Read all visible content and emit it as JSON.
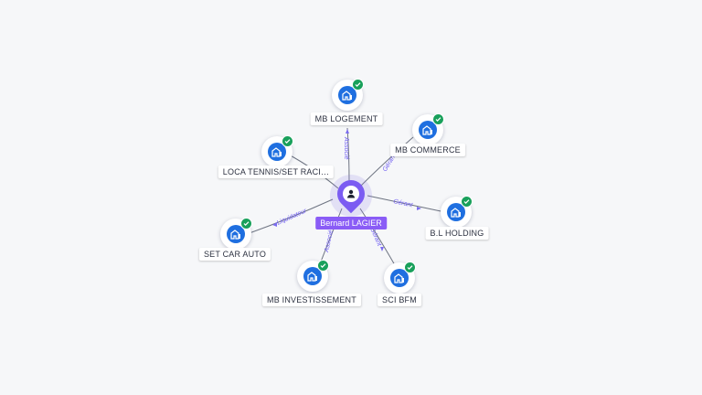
{
  "center": {
    "name": "Bernard LAGIER",
    "icon": "person-icon",
    "color": "#7b5cf2"
  },
  "nodes": [
    {
      "name": "MB LOGEMENT",
      "role": "Associé",
      "icon": "building-icon",
      "verified": true
    },
    {
      "name": "MB COMMERCE",
      "role": "Gérant",
      "icon": "building-icon",
      "verified": true
    },
    {
      "name": "LOCA TENNIS/SET RACI…",
      "role": "",
      "icon": "building-icon",
      "verified": true
    },
    {
      "name": "B.L HOLDING",
      "role": "Gérant",
      "icon": "building-icon",
      "verified": true
    },
    {
      "name": "SET CAR AUTO",
      "role": "Liquidateur",
      "icon": "building-icon",
      "verified": true
    },
    {
      "name": "MB INVESTISSEMENT",
      "role": "Associé",
      "icon": "building-icon",
      "verified": true
    },
    {
      "name": "SCI BFM",
      "role": "Gérant",
      "icon": "building-icon",
      "verified": true
    }
  ],
  "colors": {
    "company": "#1f6fe0",
    "verified": "#19a05b",
    "edge_label": "#6f5df2",
    "center_label_bg": "#8a5cf6"
  }
}
